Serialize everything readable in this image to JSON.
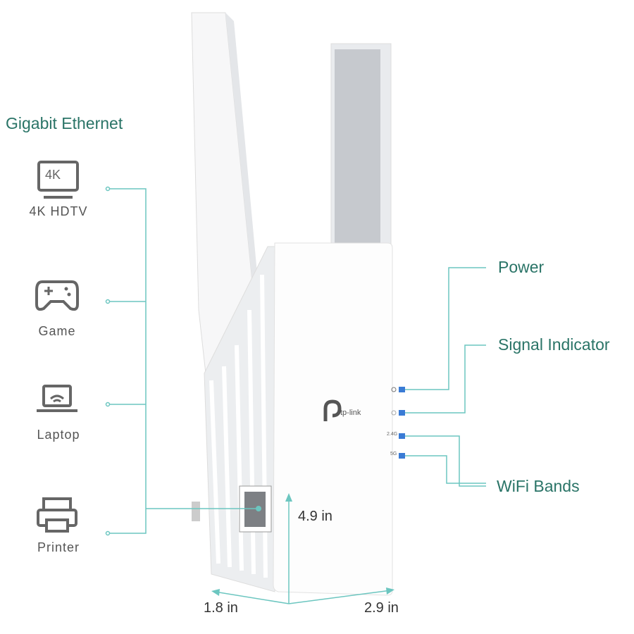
{
  "heading": "Gigabit Ethernet",
  "devices": [
    {
      "label": "4K HDTV",
      "icon": "tv-icon",
      "icon_text": "4K"
    },
    {
      "label": "Game",
      "icon": "gamepad-icon"
    },
    {
      "label": "Laptop",
      "icon": "laptop-wifi-icon"
    },
    {
      "label": "Printer",
      "icon": "printer-icon"
    }
  ],
  "callouts": {
    "power": "Power",
    "signal": "Signal Indicator",
    "wifi": "WiFi Bands"
  },
  "led_labels": {
    "band1": "2.4G",
    "band2": "5G"
  },
  "brand": "tp-link",
  "dimensions": {
    "height": "4.9 in",
    "depth": "1.8 in",
    "width": "2.9 in"
  },
  "colors": {
    "text": "#2a7467",
    "lines": "#6cc6c0",
    "led": "#3a7bd5"
  }
}
